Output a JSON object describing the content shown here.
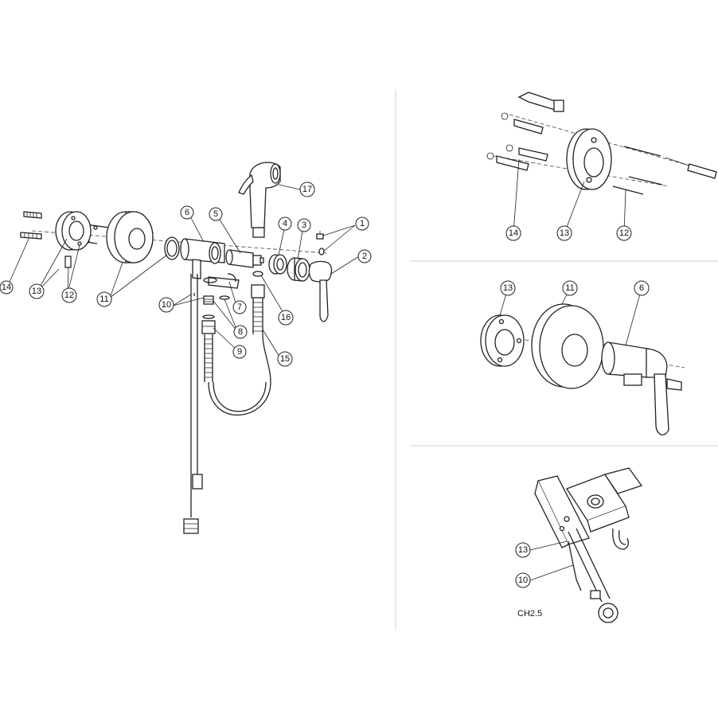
{
  "callouts": {
    "main": [
      {
        "id": "c1",
        "label": "1"
      },
      {
        "id": "c2",
        "label": "2"
      },
      {
        "id": "c3",
        "label": "3"
      },
      {
        "id": "c4",
        "label": "4"
      },
      {
        "id": "c5",
        "label": "5"
      },
      {
        "id": "c6",
        "label": "6"
      },
      {
        "id": "c7",
        "label": "7"
      },
      {
        "id": "c8",
        "label": "8"
      },
      {
        "id": "c9",
        "label": "9"
      },
      {
        "id": "c10",
        "label": "10"
      },
      {
        "id": "c11",
        "label": "11"
      },
      {
        "id": "c12",
        "label": "12"
      },
      {
        "id": "c13",
        "label": "13"
      },
      {
        "id": "c14",
        "label": "14"
      },
      {
        "id": "c15",
        "label": "15"
      },
      {
        "id": "c16",
        "label": "16"
      },
      {
        "id": "c17",
        "label": "17"
      }
    ],
    "top_right": [
      {
        "id": "c14",
        "label": "14"
      },
      {
        "id": "c13",
        "label": "13"
      },
      {
        "id": "c12",
        "label": "12"
      }
    ],
    "middle_right": [
      {
        "id": "c13",
        "label": "13"
      },
      {
        "id": "c11",
        "label": "11"
      },
      {
        "id": "c6",
        "label": "6"
      }
    ],
    "bottom_right": [
      {
        "id": "c13",
        "label": "13"
      },
      {
        "id": "c10",
        "label": "10"
      }
    ]
  },
  "tool_label": "CH2.5"
}
